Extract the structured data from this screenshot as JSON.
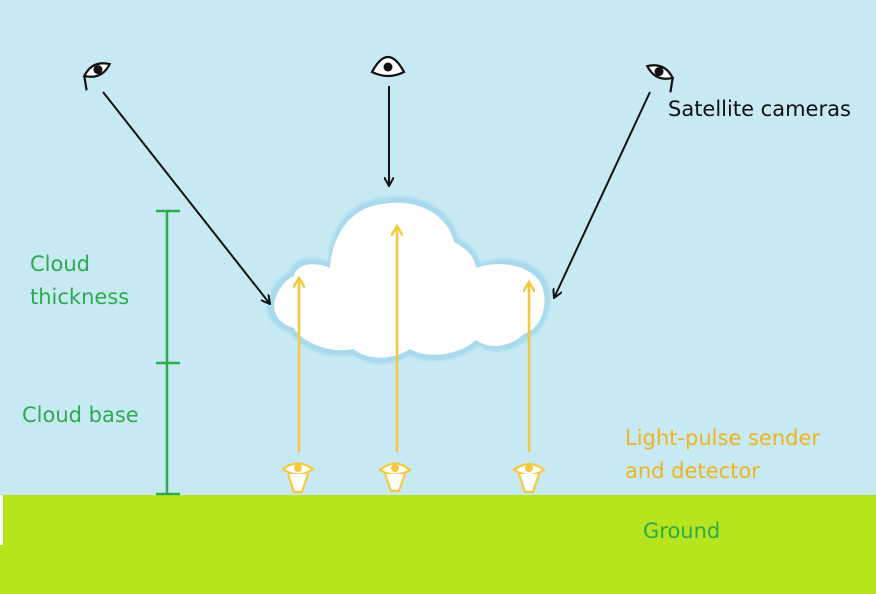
{
  "colors": {
    "sky": "#c6e9f3",
    "ground": "#b6e41e",
    "cloud_fill": "#ffffff",
    "cloud_edge": "#9fd6ec",
    "camera_arrow": "#111111",
    "pulse_beam": "#f6c83c",
    "cloud_measure": "#2daa4b",
    "label_dark": "#111111",
    "label_green": "#2daa4b",
    "label_orange": "#f2b21e"
  },
  "icons": {
    "satellite_camera": "eye-icon",
    "pulse_device": "light-pulse-device-icon"
  },
  "labels": {
    "satellite_cameras": "Satellite cameras",
    "cloud_thickness_line1": "Cloud",
    "cloud_thickness_line2": "thickness",
    "cloud_base": "Cloud base",
    "sender_line1": "Light-pulse sender",
    "sender_line2": "and detector",
    "ground": "Ground"
  }
}
